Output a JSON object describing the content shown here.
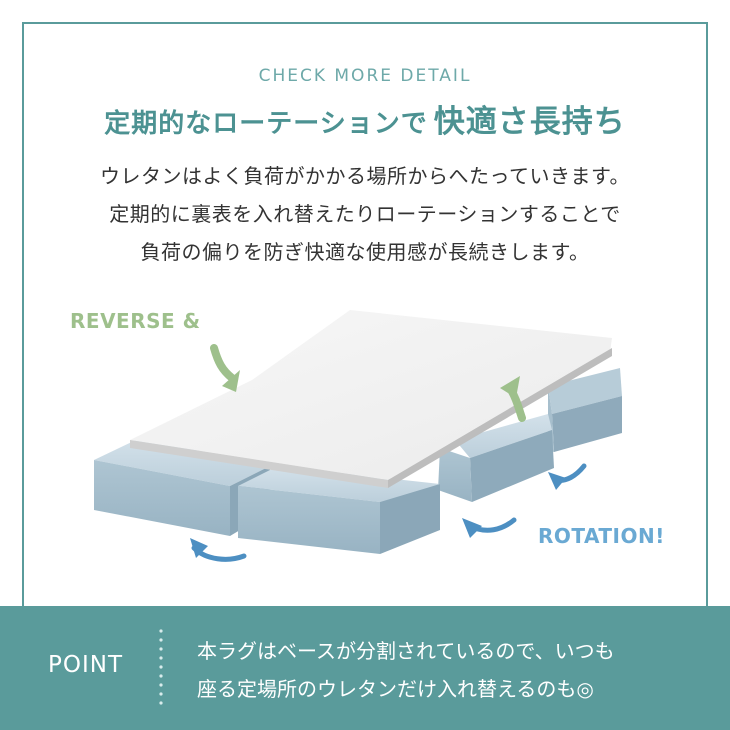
{
  "header": {
    "eyebrow": "CHECK MORE DETAIL",
    "title_part1": "定期的なローテーションで",
    "title_part2": "快適さ長持ち"
  },
  "description": {
    "lines": [
      "ウレタンはよく負荷がかかる場所からへたっていきます。",
      "定期的に裏表を入れ替えたりローテーションすることで",
      "負荷の偏りを防ぎ快適な使用感が長続きします。"
    ]
  },
  "illustration": {
    "label_reverse": "REVERSE &",
    "label_rotation": "ROTATION!",
    "icons": [
      "reverse-arrow-icon",
      "reverse-arrow-icon",
      "rotation-arrow-icon",
      "rotation-arrow-icon",
      "rotation-arrow-icon"
    ]
  },
  "point": {
    "label": "POINT",
    "lines": [
      "本ラグはベースが分割されているので、いつも",
      "座る定場所のウレタンだけ入れ替えるのも◎"
    ]
  },
  "colors": {
    "accent": "#5a9b9b",
    "title": "#4c9292",
    "reverse_green": "#9ec08c",
    "rotation_blue": "#6aa9d3",
    "foam_top": "#c3d6e1",
    "foam_side": "#9bb6c6"
  }
}
